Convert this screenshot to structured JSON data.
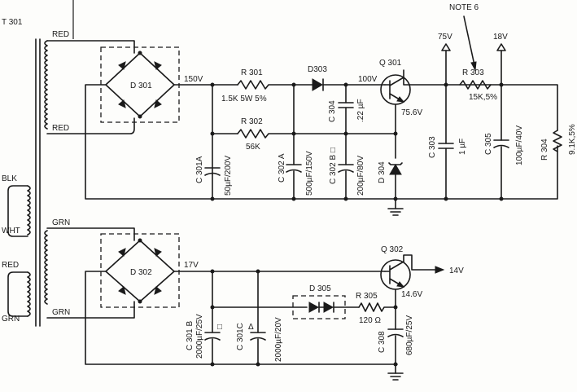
{
  "transformer": {
    "ref": "T 301",
    "sec1_top": "RED",
    "sec1_bot": "RED",
    "sec2_top": "GRN",
    "sec2_bot": "GRN",
    "pri_a_top": "BLK",
    "pri_a_bot": "WHT",
    "pri_b_top": "RED",
    "pri_b_bot": "GRN"
  },
  "bridge1": {
    "ref": "D 301",
    "voltage": "150V"
  },
  "bridge2": {
    "ref": "D 302",
    "voltage": "17V"
  },
  "r301": {
    "ref": "R 301",
    "value": "1.5K 5W 5%"
  },
  "r302": {
    "ref": "R 302",
    "value": "56K"
  },
  "r303": {
    "ref": "R 303",
    "value": "15K,5%"
  },
  "r304": {
    "ref": "R 304",
    "value": "9.1K,5%"
  },
  "r305": {
    "ref": "R 305",
    "value": "120 Ω"
  },
  "d303": {
    "ref": "D303"
  },
  "d304": {
    "ref": "D 304"
  },
  "d305": {
    "ref": "D 305"
  },
  "q301": {
    "ref": "Q 301",
    "collector_v": "100V",
    "emitter_v": "75.6V"
  },
  "q302": {
    "ref": "Q 302",
    "emitter_v": "14.6V"
  },
  "c301a": {
    "ref": "C 301A",
    "value": "50µF/200V"
  },
  "c302a": {
    "ref": "C 302 A",
    "value": "500µF/150V"
  },
  "c302b": {
    "ref": "C 302 B □",
    "value": "200µF/80V"
  },
  "c304": {
    "ref": "C 304",
    "value": ".22 µF"
  },
  "c303": {
    "ref": "C 303",
    "value": "1 µF"
  },
  "c305": {
    "ref": "C 305",
    "value": "100µF/40V"
  },
  "c301b": {
    "ref": "C 301 B",
    "value": "2000µF/25V",
    "mark": "□"
  },
  "c301c": {
    "ref": "C 301C",
    "value": "2000µF/20V",
    "mark": "Δ"
  },
  "c308": {
    "ref": "C 308",
    "value": "680µF/25V"
  },
  "rails": {
    "v75": "75V",
    "v18": "18V",
    "v14": "14V",
    "note": "NOTE 6"
  }
}
